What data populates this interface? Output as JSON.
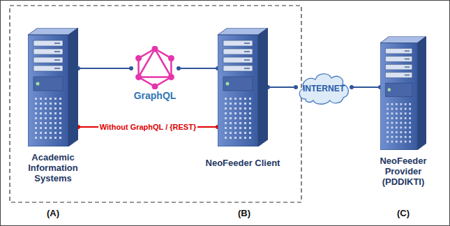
{
  "diagram": {
    "nodes": [
      {
        "text": [
          "Academic Information Systems"
        ]
      },
      {
        "text": [
          "GraphQL"
        ]
      },
      {
        "text": [
          "NeoFeeder Client"
        ]
      },
      {
        "text": [
          "INTERNET"
        ]
      },
      {
        "text": [
          "NeoFeeder Provider (PDDIKTI)"
        ]
      }
    ],
    "edges": [
      {
        "from": 0,
        "to": 1,
        "arrow": "none"
      },
      {
        "from": 1,
        "to": 2,
        "arrow": "none"
      },
      {
        "from": 0,
        "to": 2,
        "label": "Without GraphQL / {REST}",
        "arrow": "none"
      },
      {
        "from": 2,
        "to": 3,
        "arrow": "none"
      },
      {
        "from": 3,
        "to": 4,
        "arrow": "none"
      }
    ],
    "labels": [
      "(A)",
      "(B)",
      "(C)"
    ]
  }
}
